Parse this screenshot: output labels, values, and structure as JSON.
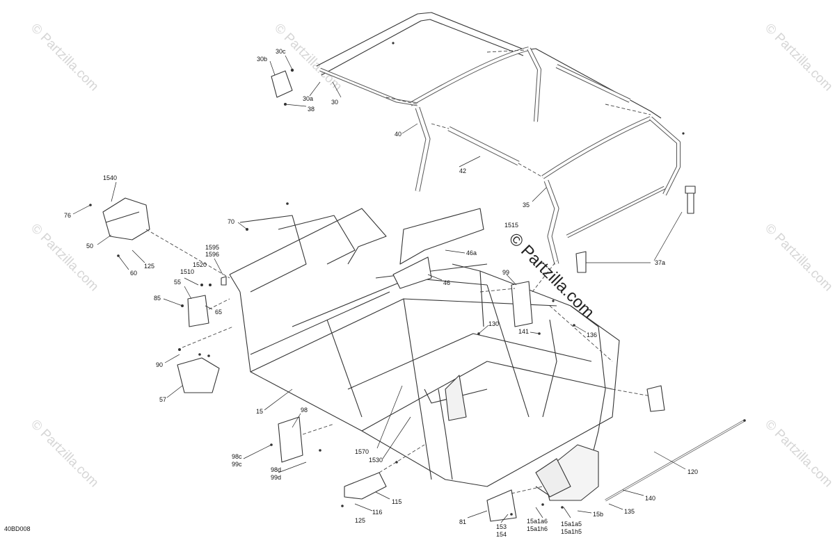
{
  "diagram_code": "40BD008",
  "watermark": {
    "small": "© Partzilla.com",
    "large": "© Partzilla.com"
  },
  "callouts": [
    {
      "id": "30c",
      "text": "30c"
    },
    {
      "id": "30b",
      "text": "30b"
    },
    {
      "id": "30a",
      "text": "30a"
    },
    {
      "id": "30",
      "text": "30"
    },
    {
      "id": "38",
      "text": "38"
    },
    {
      "id": "40",
      "text": "40"
    },
    {
      "id": "42",
      "text": "42"
    },
    {
      "id": "35",
      "text": "35"
    },
    {
      "id": "1515",
      "text": "1515"
    },
    {
      "id": "37a",
      "text": "37a"
    },
    {
      "id": "1540",
      "text": "1540"
    },
    {
      "id": "76",
      "text": "76"
    },
    {
      "id": "50",
      "text": "50"
    },
    {
      "id": "125a",
      "text": "125"
    },
    {
      "id": "60",
      "text": "60"
    },
    {
      "id": "70",
      "text": "70"
    },
    {
      "id": "1595",
      "text": "1595"
    },
    {
      "id": "1596",
      "text": "1596"
    },
    {
      "id": "1510",
      "text": "1510"
    },
    {
      "id": "1520",
      "text": "1520"
    },
    {
      "id": "55",
      "text": "55"
    },
    {
      "id": "85",
      "text": "85"
    },
    {
      "id": "65",
      "text": "65"
    },
    {
      "id": "46a",
      "text": "46a"
    },
    {
      "id": "46",
      "text": "46"
    },
    {
      "id": "99",
      "text": "99"
    },
    {
      "id": "130",
      "text": "130"
    },
    {
      "id": "141",
      "text": "141"
    },
    {
      "id": "136",
      "text": "136"
    },
    {
      "id": "90",
      "text": "90"
    },
    {
      "id": "57",
      "text": "57"
    },
    {
      "id": "15",
      "text": "15"
    },
    {
      "id": "98",
      "text": "98"
    },
    {
      "id": "98c",
      "text": "98c"
    },
    {
      "id": "99c",
      "text": "99c"
    },
    {
      "id": "98d",
      "text": "98d"
    },
    {
      "id": "99d",
      "text": "99d"
    },
    {
      "id": "1570",
      "text": "1570"
    },
    {
      "id": "1530",
      "text": "1530"
    },
    {
      "id": "115",
      "text": "115"
    },
    {
      "id": "116",
      "text": "116"
    },
    {
      "id": "125b",
      "text": "125"
    },
    {
      "id": "120",
      "text": "120"
    },
    {
      "id": "140",
      "text": "140"
    },
    {
      "id": "135",
      "text": "135"
    },
    {
      "id": "15b",
      "text": "15b"
    },
    {
      "id": "81",
      "text": "81"
    },
    {
      "id": "153",
      "text": "153"
    },
    {
      "id": "154",
      "text": "154"
    },
    {
      "id": "15a1a6",
      "text": "15a1a6"
    },
    {
      "id": "15a1h6",
      "text": "15a1h6"
    },
    {
      "id": "15a1a5",
      "text": "15a1a5"
    },
    {
      "id": "15a1h5",
      "text": "15a1h5"
    }
  ]
}
